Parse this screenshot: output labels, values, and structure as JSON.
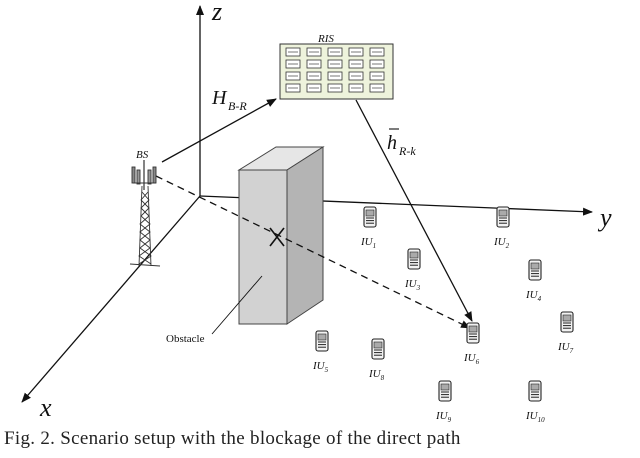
{
  "axes": {
    "x": "x",
    "y": "y",
    "z": "z"
  },
  "base_station": {
    "label": "BS"
  },
  "ris": {
    "label": "RIS"
  },
  "channels": {
    "bs_ris_main": "H",
    "bs_ris_sub": "B-R",
    "ris_user_main": "h",
    "ris_user_sub": "R-k"
  },
  "obstacle": {
    "label": "Obstacle"
  },
  "users": [
    {
      "main": "IU",
      "sub": "1"
    },
    {
      "main": "IU",
      "sub": "2"
    },
    {
      "main": "IU",
      "sub": "3"
    },
    {
      "main": "IU",
      "sub": "4"
    },
    {
      "main": "IU",
      "sub": "5"
    },
    {
      "main": "IU",
      "sub": "6"
    },
    {
      "main": "IU",
      "sub": "7"
    },
    {
      "main": "IU",
      "sub": "8"
    },
    {
      "main": "IU",
      "sub": "9"
    },
    {
      "main": "IU",
      "sub": "10"
    }
  ],
  "caption": "Fig. 2. Scenario setup with the blockage of the direct path"
}
